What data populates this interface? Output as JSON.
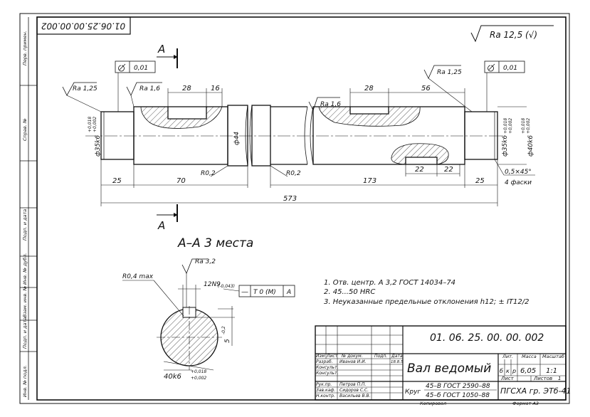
{
  "stamp": {
    "rotated_code": "01.06.25.00.00.002",
    "side_labels": [
      "Перв. примен.",
      "Справ. №",
      "Подп. и дата",
      "Инв. № дубл.",
      "Взам. инв. №",
      "Подп. и дата",
      "Инв. № подл."
    ]
  },
  "surface_finish": {
    "general": "Ra 12,5 (√)"
  },
  "section": {
    "marker": "A",
    "title": "A–A 3 места",
    "fillet": "R0,4 max",
    "roughness": "Ra 3,2",
    "keyway_tol": "12N9",
    "keyway_tol_dev": "(-0,043)",
    "symmetry_frame": [
      "—",
      "T 0 (M)",
      "A"
    ],
    "depth": "5",
    "depth_dev": "-0,2",
    "diameter": "40k6",
    "diameter_dev_upper": "+0,018",
    "diameter_dev_lower": "+0,002"
  },
  "shaft": {
    "runout_left": "0,01",
    "runout_right": "0,01",
    "ra_125_left": "Ra 1,25",
    "ra_16_left": "Ra 1,6",
    "ra_125_right": "Ra 1,25",
    "ra_16_middle": "Ra 1,6",
    "dims": {
      "key1_len": "28",
      "key1_off": "16",
      "key2_len": "28",
      "key2_off": "56",
      "key3_a": "22",
      "key3_b": "22",
      "d_left": "ф35k6",
      "d_left_upper": "+0,018",
      "d_left_lower": "+0,002",
      "d_mid": "ф44",
      "d_right1": "ф35k6",
      "d_right1_upper": "+0,018",
      "d_right1_lower": "+0,002",
      "d_right2": "ф40k6",
      "d_right2_upper": "+0,018",
      "d_right2_lower": "+0,002",
      "l25_left": "25",
      "l70": "70",
      "r02_left": "R0,2",
      "r02_right": "R0,2",
      "l173": "173",
      "l25_right": "25",
      "total": "573",
      "chamfer": "0,5×45°",
      "chamfer_note": "4 фаски"
    }
  },
  "notes": [
    "1. Отв. центр. А 3,2 ГОСТ 14034–74",
    "2. 45...50 HRC",
    "3. Неуказанные предельные отклонения h12; ± IT12/2"
  ],
  "title_block": {
    "code": "01. 06. 25. 00. 00. 002",
    "name": "Вал ведомый",
    "headers": [
      "Изм",
      "Лист",
      "№ докум.",
      "Подп.",
      "Дата"
    ],
    "rows": [
      {
        "role": "Разраб.",
        "name": "Иванов И.И."
      },
      {
        "role": "Консульт.",
        "name": ""
      },
      {
        "role": "Консульт.",
        "name": ""
      },
      {
        "role": "Рук.пр.",
        "name": "Петров П.П."
      },
      {
        "role": "Зав.каф.",
        "name": "Сидоров С.С."
      },
      {
        "role": "Н.контр.",
        "name": "Васильев В.В."
      }
    ],
    "date_cell": "18.8.5",
    "lit_label": "Лит.",
    "mass_label": "Масса",
    "scale_label": "Масштаб",
    "lit_values": [
      "б",
      "к",
      "р"
    ],
    "mass": "6,05",
    "scale": "1:1",
    "sheet_label": "Лист",
    "sheets_label": "Листов",
    "sheets": "1",
    "material_prefix": "Круг",
    "material_1": "45–В ГОСТ 2590–88",
    "material_2": "45–б ГОСТ 1050–88",
    "org": "ПГСХА гр. ЭТб-41",
    "copied": "Копировал",
    "format": "Формат  А3"
  }
}
